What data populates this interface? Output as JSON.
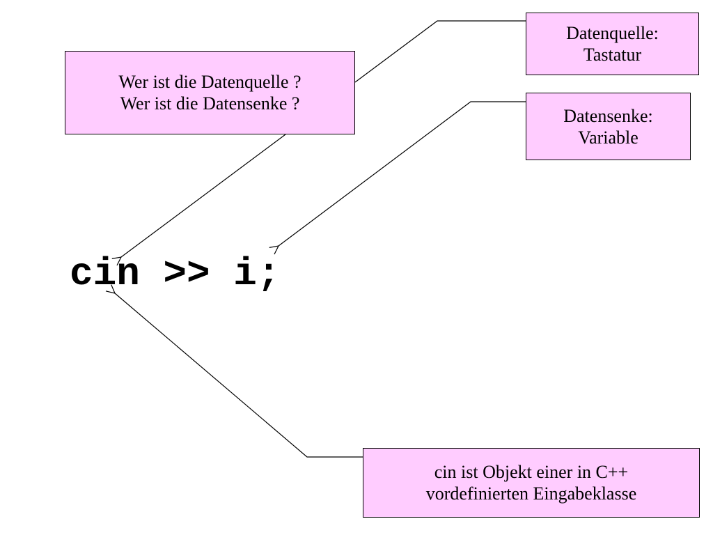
{
  "code": {
    "statement": "cin >> i;"
  },
  "callouts": {
    "question": {
      "line1": "Wer ist die Datenquelle ?",
      "line2": "Wer ist die Datensenke ?"
    },
    "source": {
      "line1": "Datenquelle:",
      "line2": "Tastatur"
    },
    "sink": {
      "line1": "Datensenke:",
      "line2": "Variable"
    },
    "cin_object": {
      "line1": "cin ist Objekt einer in C++",
      "line2": "vordefinierten Eingabeklasse"
    }
  },
  "colors": {
    "callout_fill": "#ffccff",
    "callout_border": "#000000",
    "line": "#000000"
  }
}
